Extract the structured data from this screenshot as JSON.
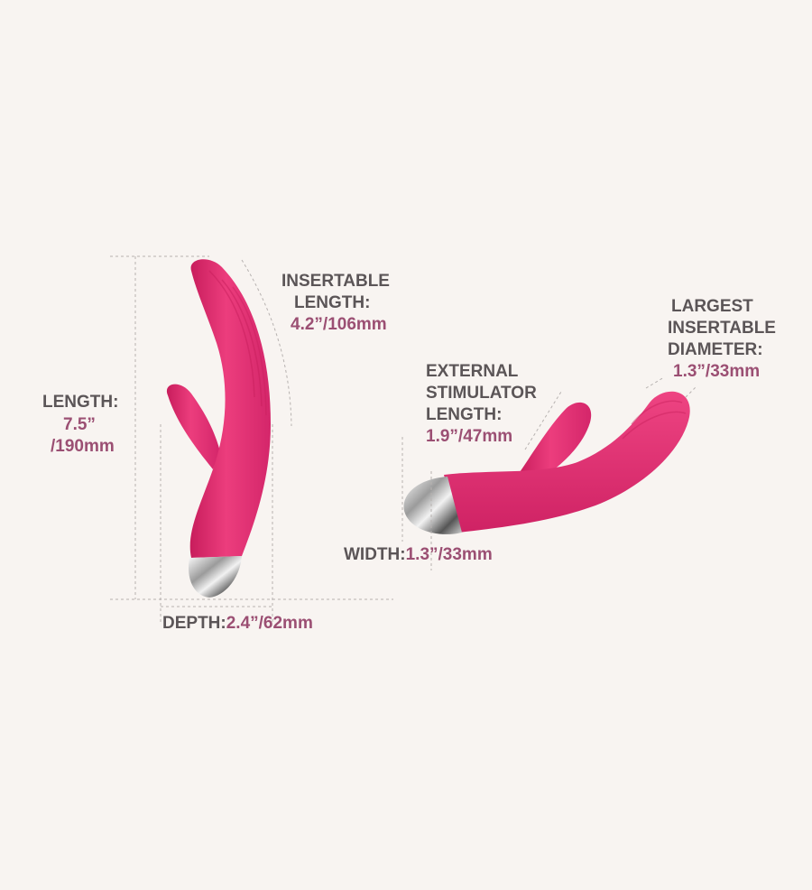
{
  "colors": {
    "background": "#f8f4f1",
    "label": "#5b5557",
    "value": "#9b4f73",
    "product": "#e0306f",
    "dimension_line": "#b7b2b0"
  },
  "dimensions": {
    "length": {
      "label": "LENGTH:",
      "value_line1": "7.5”",
      "value_line2": "/190mm"
    },
    "insertable_length": {
      "label_line1": "INSERTABLE",
      "label_line2": "LENGTH:",
      "value": "4.2”/106mm"
    },
    "depth": {
      "label": "DEPTH:",
      "value": "2.4”/62mm"
    },
    "external_stimulator_length": {
      "label_line1": "EXTERNAL",
      "label_line2": "STIMULATOR",
      "label_line3": "LENGTH:",
      "value": "1.9”/47mm"
    },
    "largest_insertable_diameter": {
      "label_line1": "LARGEST",
      "label_line2": "INSERTABLE",
      "label_line3": "DIAMETER:",
      "value": "1.3”/33mm"
    },
    "width": {
      "label": "WIDTH:",
      "value": "1.3”/33mm"
    }
  }
}
